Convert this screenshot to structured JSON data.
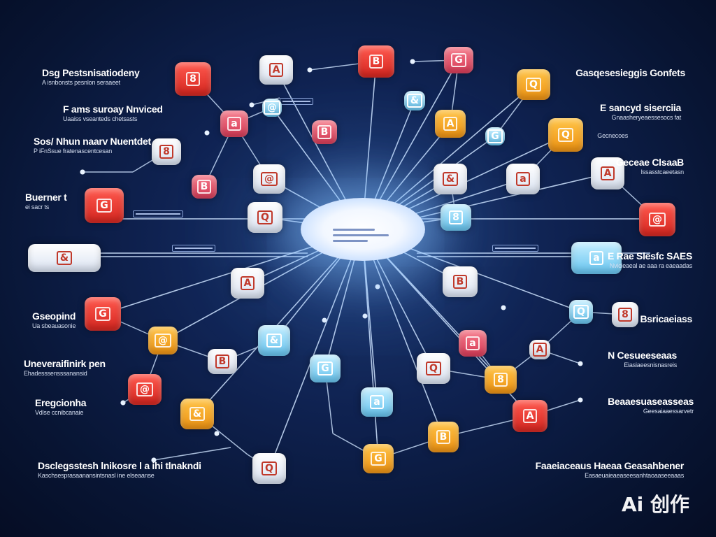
{
  "colors": {
    "background": "#0f2251",
    "connector": "#cfe4ff",
    "red": "#e8332b",
    "orange": "#f5a623",
    "cyan": "#7ad0f5",
    "light": "#f0f4fb"
  },
  "labels": [
    {
      "id": "l1",
      "title": "Dsg Pestsnisatiodeny",
      "sub": "A isnbonsts  pesnlon seraaeet"
    },
    {
      "id": "l2",
      "title": "F ams suroay Nnviced",
      "sub": "Uaaiss vseanteds chetsasts"
    },
    {
      "id": "l3",
      "title": "Sos/ Nhun naarv Nuentdet",
      "sub": "P iFnSsue fratenascentcesan"
    },
    {
      "id": "l4",
      "title": "Buerner t",
      "sub": "ei sacr ts"
    },
    {
      "id": "l5",
      "title": "Gseopind",
      "sub": "Ua sbeauasonie"
    },
    {
      "id": "l6",
      "title": "Uneveraifinirk pen",
      "sub": "Ehadesssensssanansid"
    },
    {
      "id": "l7",
      "title": "Eregcionha",
      "sub": "Vdlse ccnibcanaie"
    },
    {
      "id": "l8",
      "title": "Dsclegsstesh lnikosre l a ihi tlnakndi",
      "sub": "Kaschsesprasaanansintsnasl ine elseaanse"
    },
    {
      "id": "l9",
      "title": "Gasqesesieggis Gonfets",
      "sub": ""
    },
    {
      "id": "l10",
      "title": "E sancyd siserciia",
      "sub": "Gnaasheryeaessesocs fat"
    },
    {
      "id": "l11",
      "title": "",
      "sub": "Gecnecoes"
    },
    {
      "id": "l12",
      "title": "Geceae ClsaaB",
      "sub": "Issasstcaeetasn"
    },
    {
      "id": "l13",
      "title": "E Rae Slesfc SAES",
      "sub": "Nvicieaeal ae aaa ra eaeaadas"
    },
    {
      "id": "l14",
      "title": "Bsricaeiass",
      "sub": ""
    },
    {
      "id": "l15",
      "title": "N Cesueeseaas",
      "sub": "Eiasiaeesnisnasreis"
    },
    {
      "id": "l16",
      "title": "Beaaesuaseasseas",
      "sub": "Geesaiaaessarvetr"
    },
    {
      "id": "l17",
      "title": "Faaeiaceaus Haeaa Geasahbener",
      "sub": "Easaeuaieaeaseesanhtaoaaseeaaas"
    }
  ],
  "watermark": {
    "text": "Ai 创作"
  }
}
